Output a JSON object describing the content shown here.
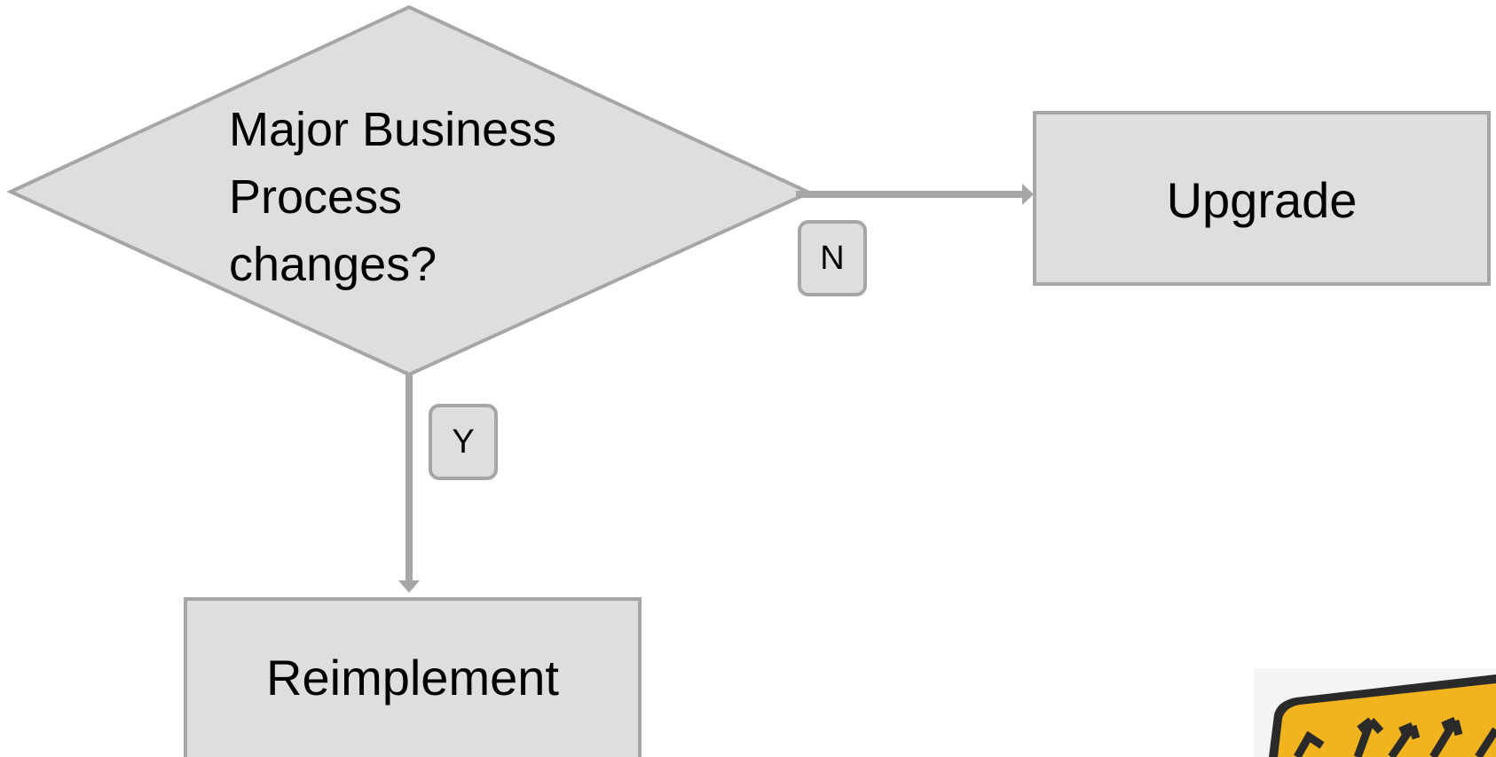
{
  "decision": {
    "lines": [
      "Major Business",
      "Process",
      "changes?"
    ]
  },
  "process_upgrade": {
    "label": "Upgrade"
  },
  "process_reimplement": {
    "label": "Reimplement"
  },
  "connector_no": {
    "label": "N"
  },
  "connector_yes": {
    "label": "Y"
  },
  "colors": {
    "shape_fill": "#dedede",
    "shape_border": "#a6a6a6",
    "text": "#000000",
    "sign_yellow": "#f2b41e"
  },
  "icons": {
    "corner_image": "road-sign-icon"
  }
}
